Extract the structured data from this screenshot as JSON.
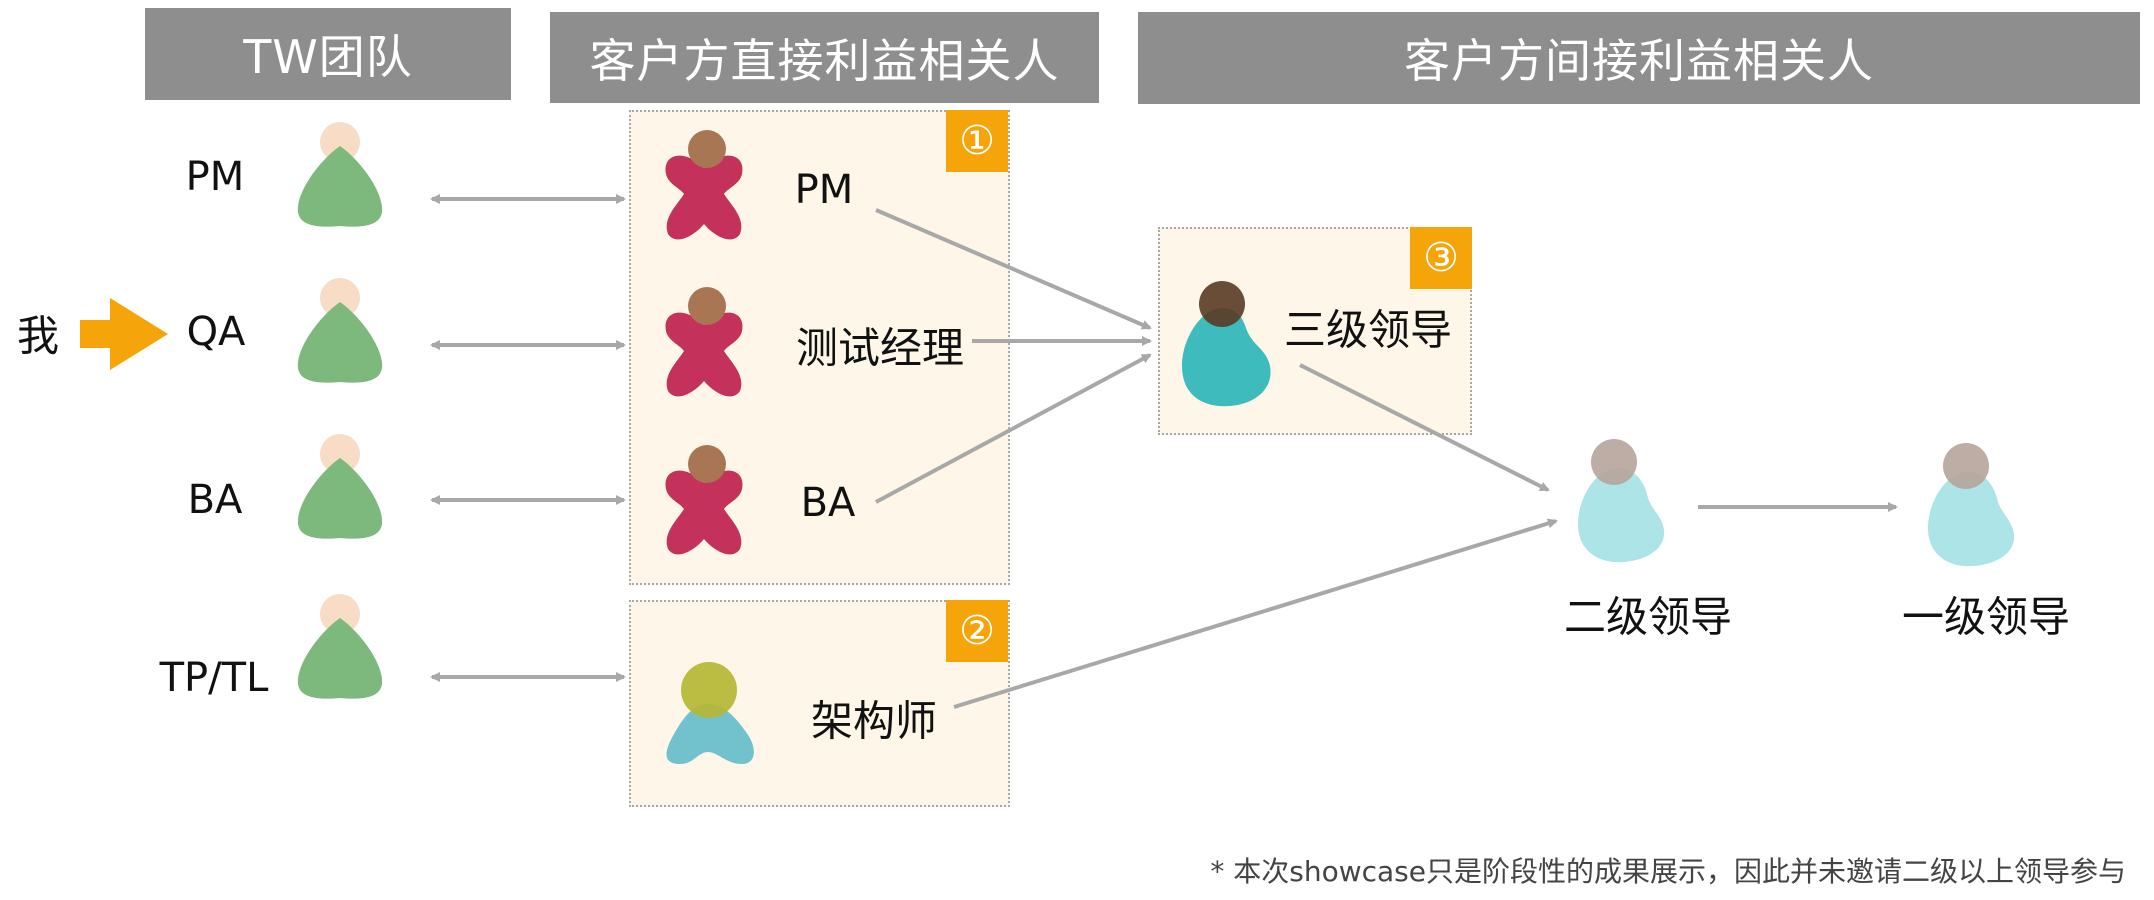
{
  "headers": {
    "tw_team": "TW团队",
    "client_direct": "客户方直接利益相关人",
    "client_indirect": "客户方间接利益相关人"
  },
  "tw_team": {
    "roles": [
      "PM",
      "QA",
      "BA",
      "TP/TL"
    ],
    "me_label": "我"
  },
  "direct_group": {
    "badge": "①",
    "members": [
      "PM",
      "测试经理",
      "BA"
    ]
  },
  "architect_group": {
    "badge": "②",
    "member": "架构师"
  },
  "third_level_group": {
    "badge": "③",
    "member": "三级领导"
  },
  "leaders": {
    "second": "二级领导",
    "first": "一级领导"
  },
  "footnote": "* 本次showcase只是阶段性的成果展示，因此并未邀请二级以上领导参与",
  "colors": {
    "header_bg": "#8e8e8e",
    "box_bg": "#fdf6e9",
    "badge": "#f5a50a",
    "tw_person_body": "#7db87c",
    "tw_person_head": "#f8dcc6",
    "direct_person_body": "#c4315a",
    "direct_person_head": "#a97654",
    "architect_body": "#72c2ce",
    "architect_head": "#b5b734",
    "third_leader_body": "#3dbbbd",
    "third_leader_head": "#5a3b22",
    "leader_body": "#ade4e8",
    "leader_head": "#b6a49a",
    "me_arrow": "#f5a50a",
    "connector": "#a8a8a8"
  }
}
